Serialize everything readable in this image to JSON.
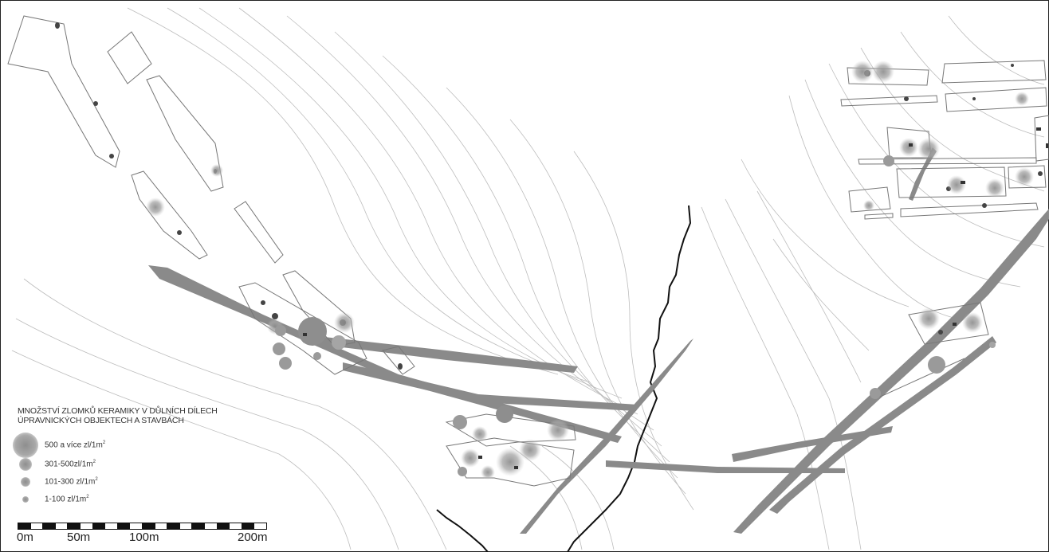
{
  "legend": {
    "title_line1": "MNOŽSTVÍ ZLOMKŮ KERAMIKY V DŮLNÍCH DÍLECH",
    "title_line2": "ÚPRAVNICKÝCH OBJEKTECH A STAVBÁCH",
    "items": [
      {
        "label": "500 a více zl/1m",
        "sup": "2"
      },
      {
        "label": "301-500zl/1m",
        "sup": "2"
      },
      {
        "label": "101-300 zl/1m",
        "sup": "2"
      },
      {
        "label": "1-100 zl/1m",
        "sup": "2"
      }
    ]
  },
  "scale": {
    "labels": [
      "0m",
      "50m",
      "100m",
      "200m"
    ]
  },
  "colors": {
    "vein": "#8a8a8a",
    "contour": "#b4b4b4",
    "outline": "#777777",
    "ridge": "#111111",
    "halo": "#9a9a9a"
  }
}
